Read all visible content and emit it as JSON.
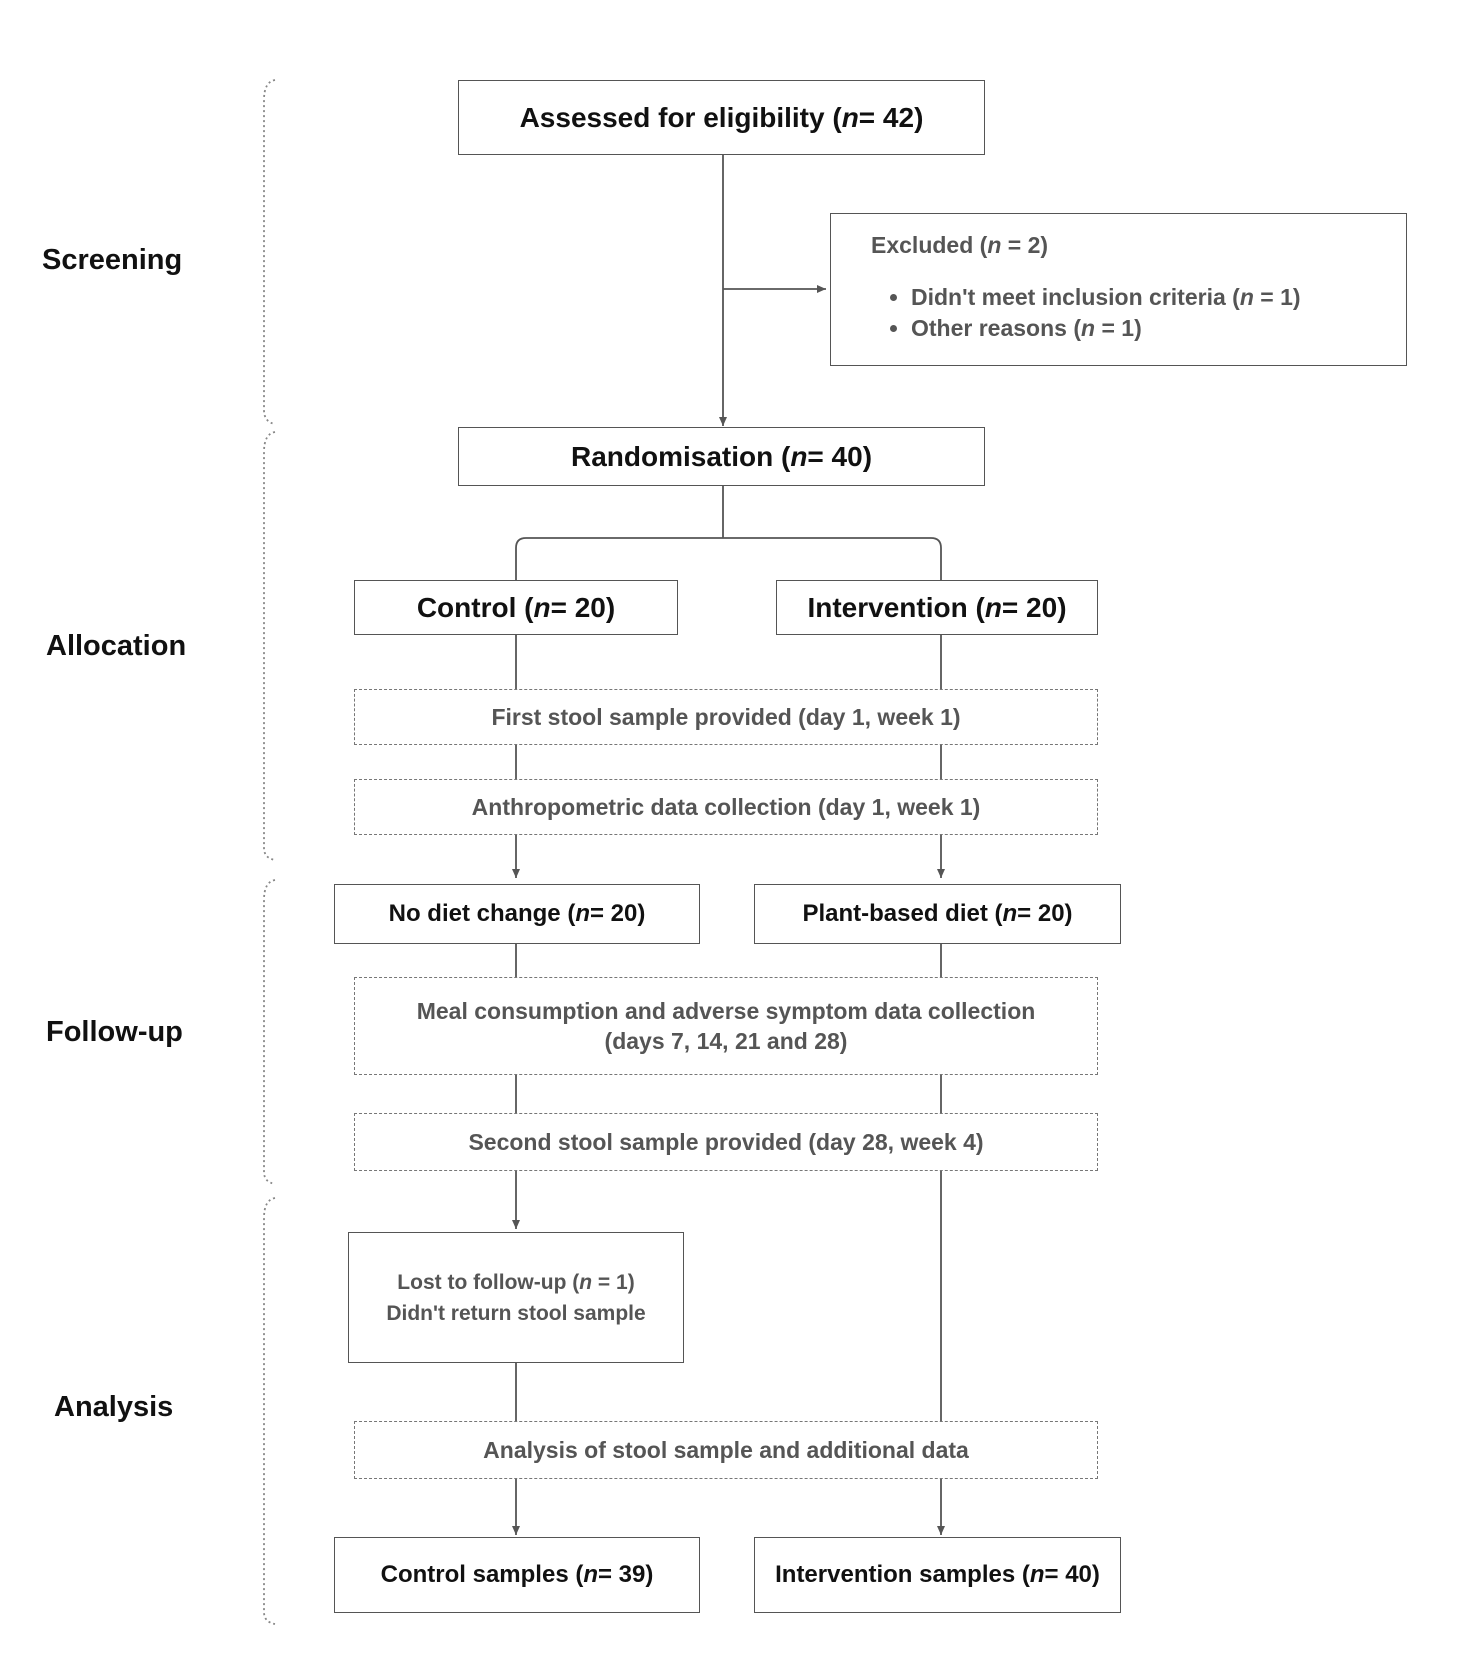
{
  "phases": {
    "screening": "Screening",
    "allocation": "Allocation",
    "follow_up": "Follow-up",
    "analysis": "Analysis"
  },
  "boxes": {
    "assessed": "Assessed for eligibility (n = 42)",
    "excluded": {
      "head": "Excluded (n = 2)",
      "reasons": [
        "Didn't meet inclusion criteria (n = 1)",
        "Other reasons (n = 1)"
      ]
    },
    "randomisation": "Randomisation (n = 40)",
    "control": "Control (n = 20)",
    "intervention": "Intervention (n = 20)",
    "first_stool": "First stool sample provided (day 1, week 1)",
    "anthropometric": "Anthropometric data collection (day 1, week 1)",
    "no_diet_change": "No diet change (n = 20)",
    "plant_based": "Plant-based diet (n = 20)",
    "meal_consumption": {
      "line1": "Meal consumption and adverse symptom data collection",
      "line2": "(days 7, 14, 21 and 28)"
    },
    "second_stool": "Second stool sample provided (day 28, week 4)",
    "lost": {
      "line1": "Lost to follow-up (n = 1)",
      "line2": "Didn't return stool sample"
    },
    "analysis_box": "Analysis of stool sample and additional data",
    "control_samples": "Control samples (n = 39)",
    "intervention_samples": "Intervention samples (n = 40)"
  },
  "colors": {
    "line": "#555555",
    "grey_text": "#555555",
    "dash_border": "#777777"
  }
}
